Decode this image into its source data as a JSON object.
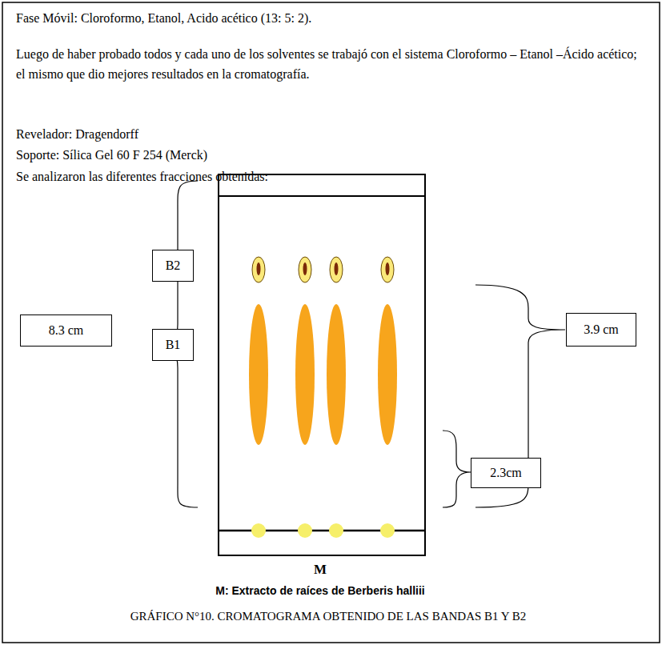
{
  "diagram": {
    "caption": "GRÁFICO N°10. CROMATOGRAMA OBTENIDO DE LAS BANDAS B1 Y B2",
    "nodes": [
      {
        "text": [
          "B2"
        ]
      },
      {
        "text": [
          "8.3 cm"
        ]
      },
      {
        "text": [
          "B1"
        ]
      },
      {
        "text": [
          "3.9 cm"
        ]
      },
      {
        "text": [
          "2.3cm"
        ]
      }
    ],
    "labels": [
      "Fase Móvil: Cloroformo, Etanol, Acido acético (13: 5: 2).",
      "Luego de haber probado todos y cada uno de los solventes se trabajó con el sistema Cloroformo – Etanol –Ácido acético; el mismo que dio mejores resultados  en la cromatografía.",
      "Revelador: Dragendorff",
      "Soporte: Sílica Gel 60 F 254 (Merck)",
      "Se analizaron las diferentes fracciones obtenidas:",
      "M",
      "M: Extracto de raíces de Berberis halliii"
    ]
  }
}
